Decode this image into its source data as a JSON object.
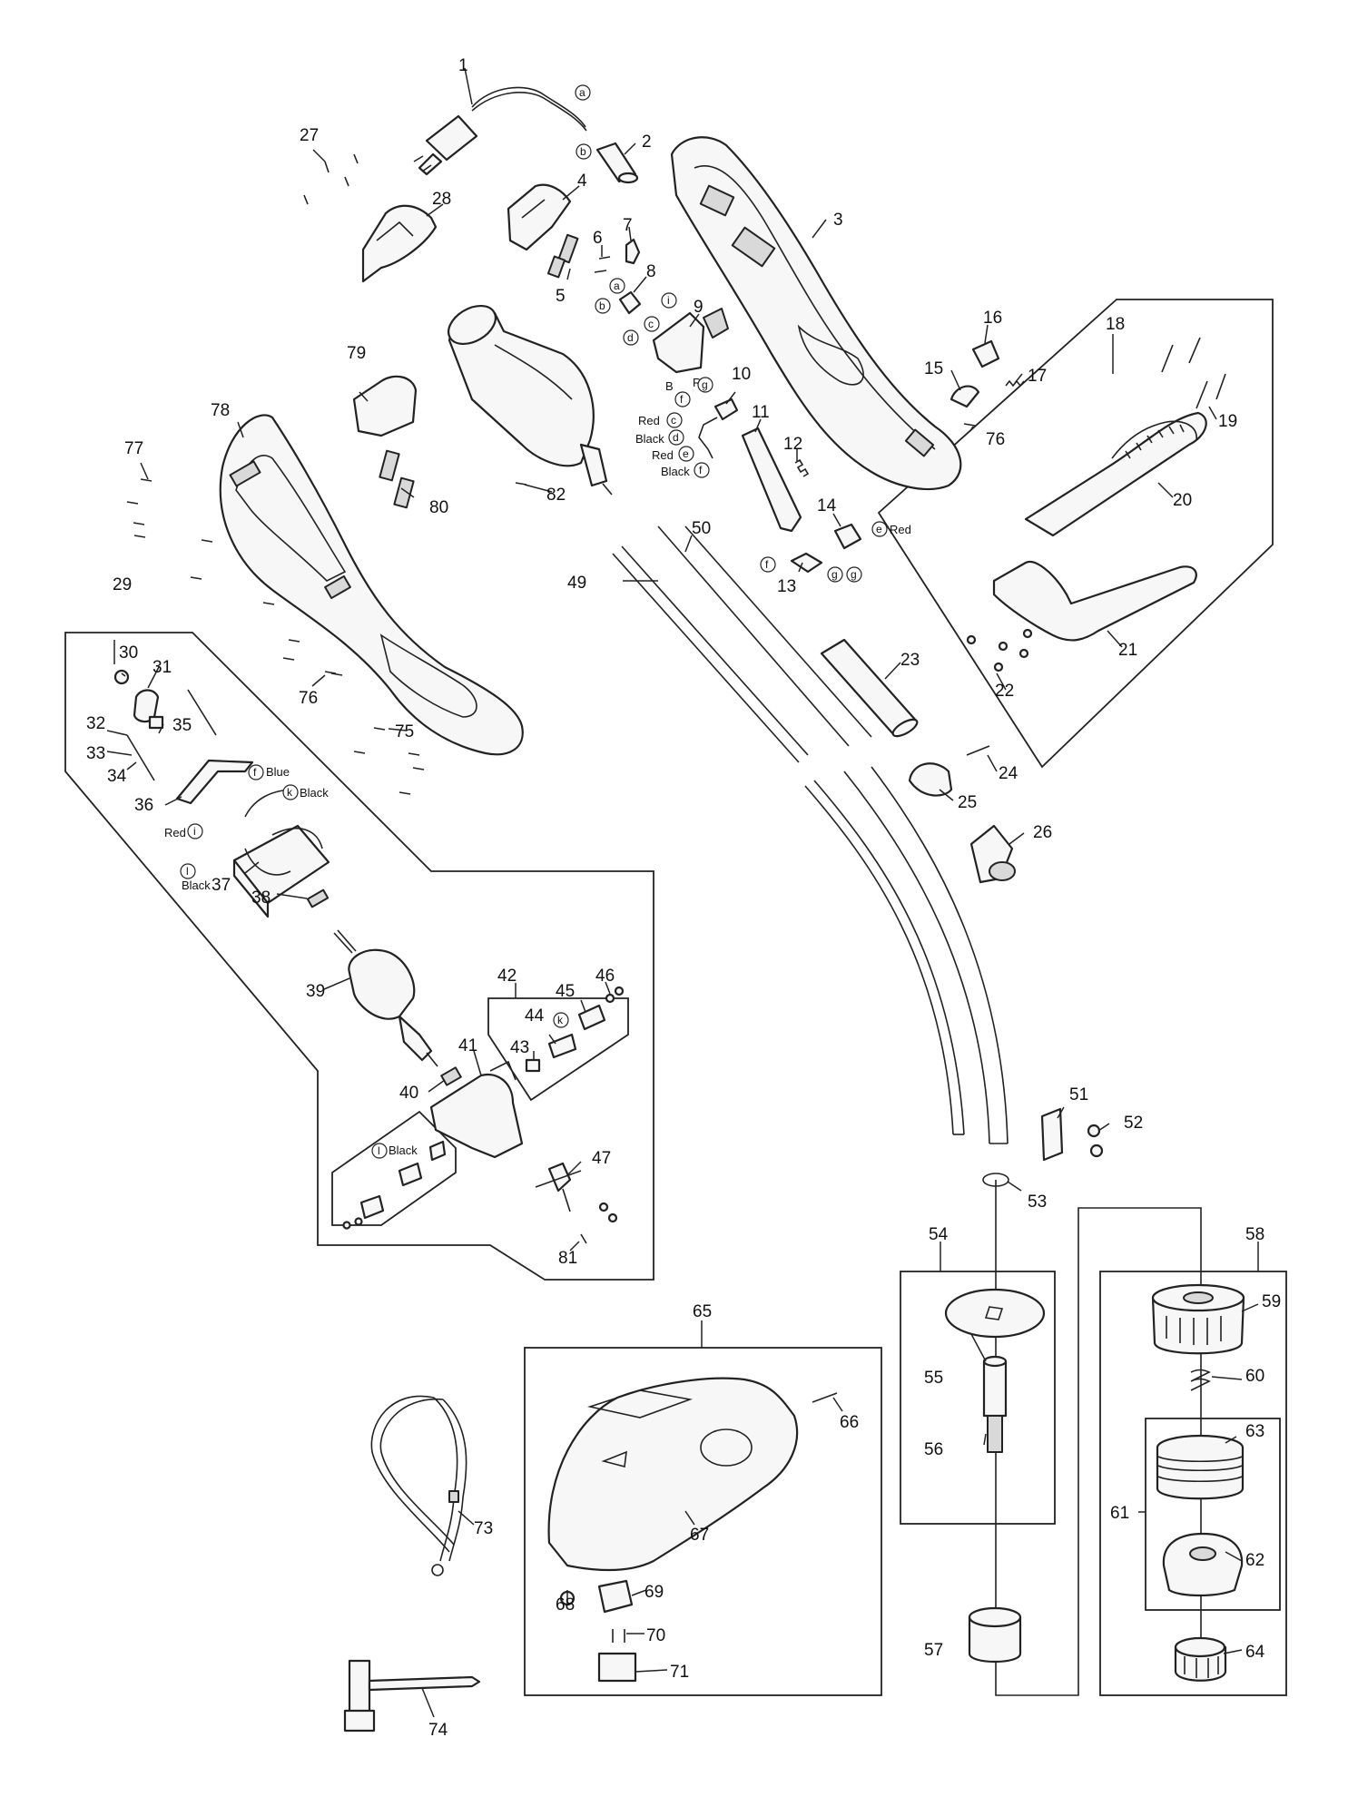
{
  "parts": [
    "1",
    "2",
    "3",
    "4",
    "5",
    "6",
    "7",
    "8",
    "9",
    "10",
    "11",
    "12",
    "13",
    "14",
    "15",
    "16",
    "17",
    "18",
    "19",
    "20",
    "21",
    "22",
    "23",
    "24",
    "25",
    "26",
    "27",
    "28",
    "29",
    "30",
    "31",
    "32",
    "33",
    "34",
    "35",
    "36",
    "37",
    "38",
    "39",
    "40",
    "41",
    "42",
    "43",
    "44",
    "45",
    "46",
    "47",
    "49",
    "50",
    "51",
    "52",
    "53",
    "54",
    "55",
    "56",
    "57",
    "58",
    "59",
    "60",
    "61",
    "62",
    "63",
    "64",
    "65",
    "66",
    "67",
    "68",
    "69",
    "70",
    "71",
    "73",
    "74",
    "75",
    "76",
    "76",
    "77",
    "78",
    "79",
    "80",
    "81",
    "82"
  ],
  "wire_labels": {
    "red": "Red",
    "black": "Black",
    "blue": "Blue",
    "small_r": "R",
    "small_b": "B"
  },
  "connector_letters": [
    "a",
    "b",
    "c",
    "d",
    "e",
    "f",
    "g",
    "i",
    "k",
    "l"
  ]
}
